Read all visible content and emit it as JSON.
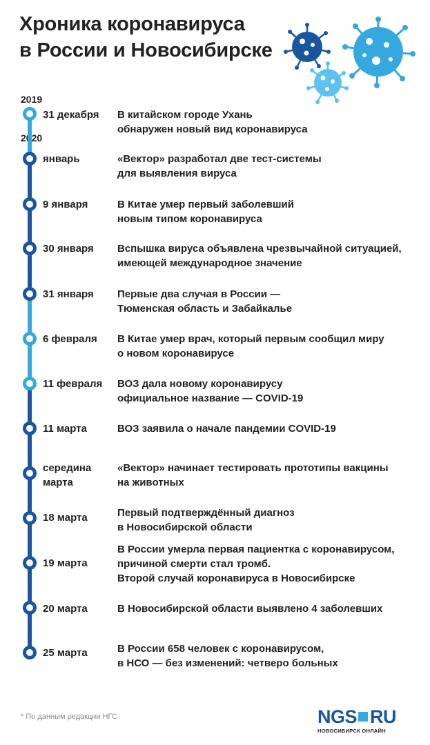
{
  "title_line1": "Хроника коронавируса",
  "title_line2": "в России и Новосибирске",
  "year_2019": "2019",
  "year_2020": "2020",
  "events": [
    {
      "date": "31 декабря",
      "text": "В китайском городе Ухань\nобнаружен новый вид коронавируса",
      "marker": "light"
    },
    {
      "date": "январь",
      "text": "«Вектор» разработал две тест-системы\nдля выявления вируса",
      "marker": "dark"
    },
    {
      "date": "9 января",
      "text": "В Китае умер первый заболевший\nновым типом коронавируса",
      "marker": "dark"
    },
    {
      "date": "30 января",
      "text": "Вспышка вируса объявлена чрезвычайной ситуацией,\nимеющей международное значение",
      "marker": "dark"
    },
    {
      "date": "31 января",
      "text": "Первые два случая в России —\nТюменская область и Забайкалье",
      "marker": "dark"
    },
    {
      "date": "6 февраля",
      "text": "В Китае умер врач, который первым сообщил миру\nо новом коронавирусе",
      "marker": "light"
    },
    {
      "date": "11 февраля",
      "text": "ВОЗ дала новому коронавирусу\nофициальное название — COVID-19",
      "marker": "light"
    },
    {
      "date": "11 марта",
      "text": "ВОЗ заявила о начале пандемии COVID-19",
      "marker": "dark"
    },
    {
      "date": "середина\nмарта",
      "text": "«Вектор» начинает тестировать прототипы вакцины\nна животных",
      "marker": "dark"
    },
    {
      "date": "18 марта",
      "text": "Первый подтверждённый диагноз\nв Новосибирской области",
      "marker": "dark"
    },
    {
      "date": "19 марта",
      "text": "В России умерла первая пациентка с коронавирусом,\nпричиной смерти стал тромб.\nВторой случай коронавируса в Новосибирске",
      "marker": "dark"
    },
    {
      "date": "20 марта",
      "text": "В Новосибирской области выявлено 4 заболевших",
      "marker": "dark"
    },
    {
      "date": "25 марта",
      "text": "В России 658 человек с коронавирусом,\nв НСО — без изменений: четверо больных",
      "marker": "dark"
    }
  ],
  "footnote": "* По данным редакции НГС",
  "logo": {
    "left": "NGS",
    "right": "RU",
    "sub": "НОВОСИБИРСК ОНЛАЙН"
  },
  "colors": {
    "dark": "#1a56a0",
    "light": "#36a8e0",
    "text": "#222222"
  }
}
